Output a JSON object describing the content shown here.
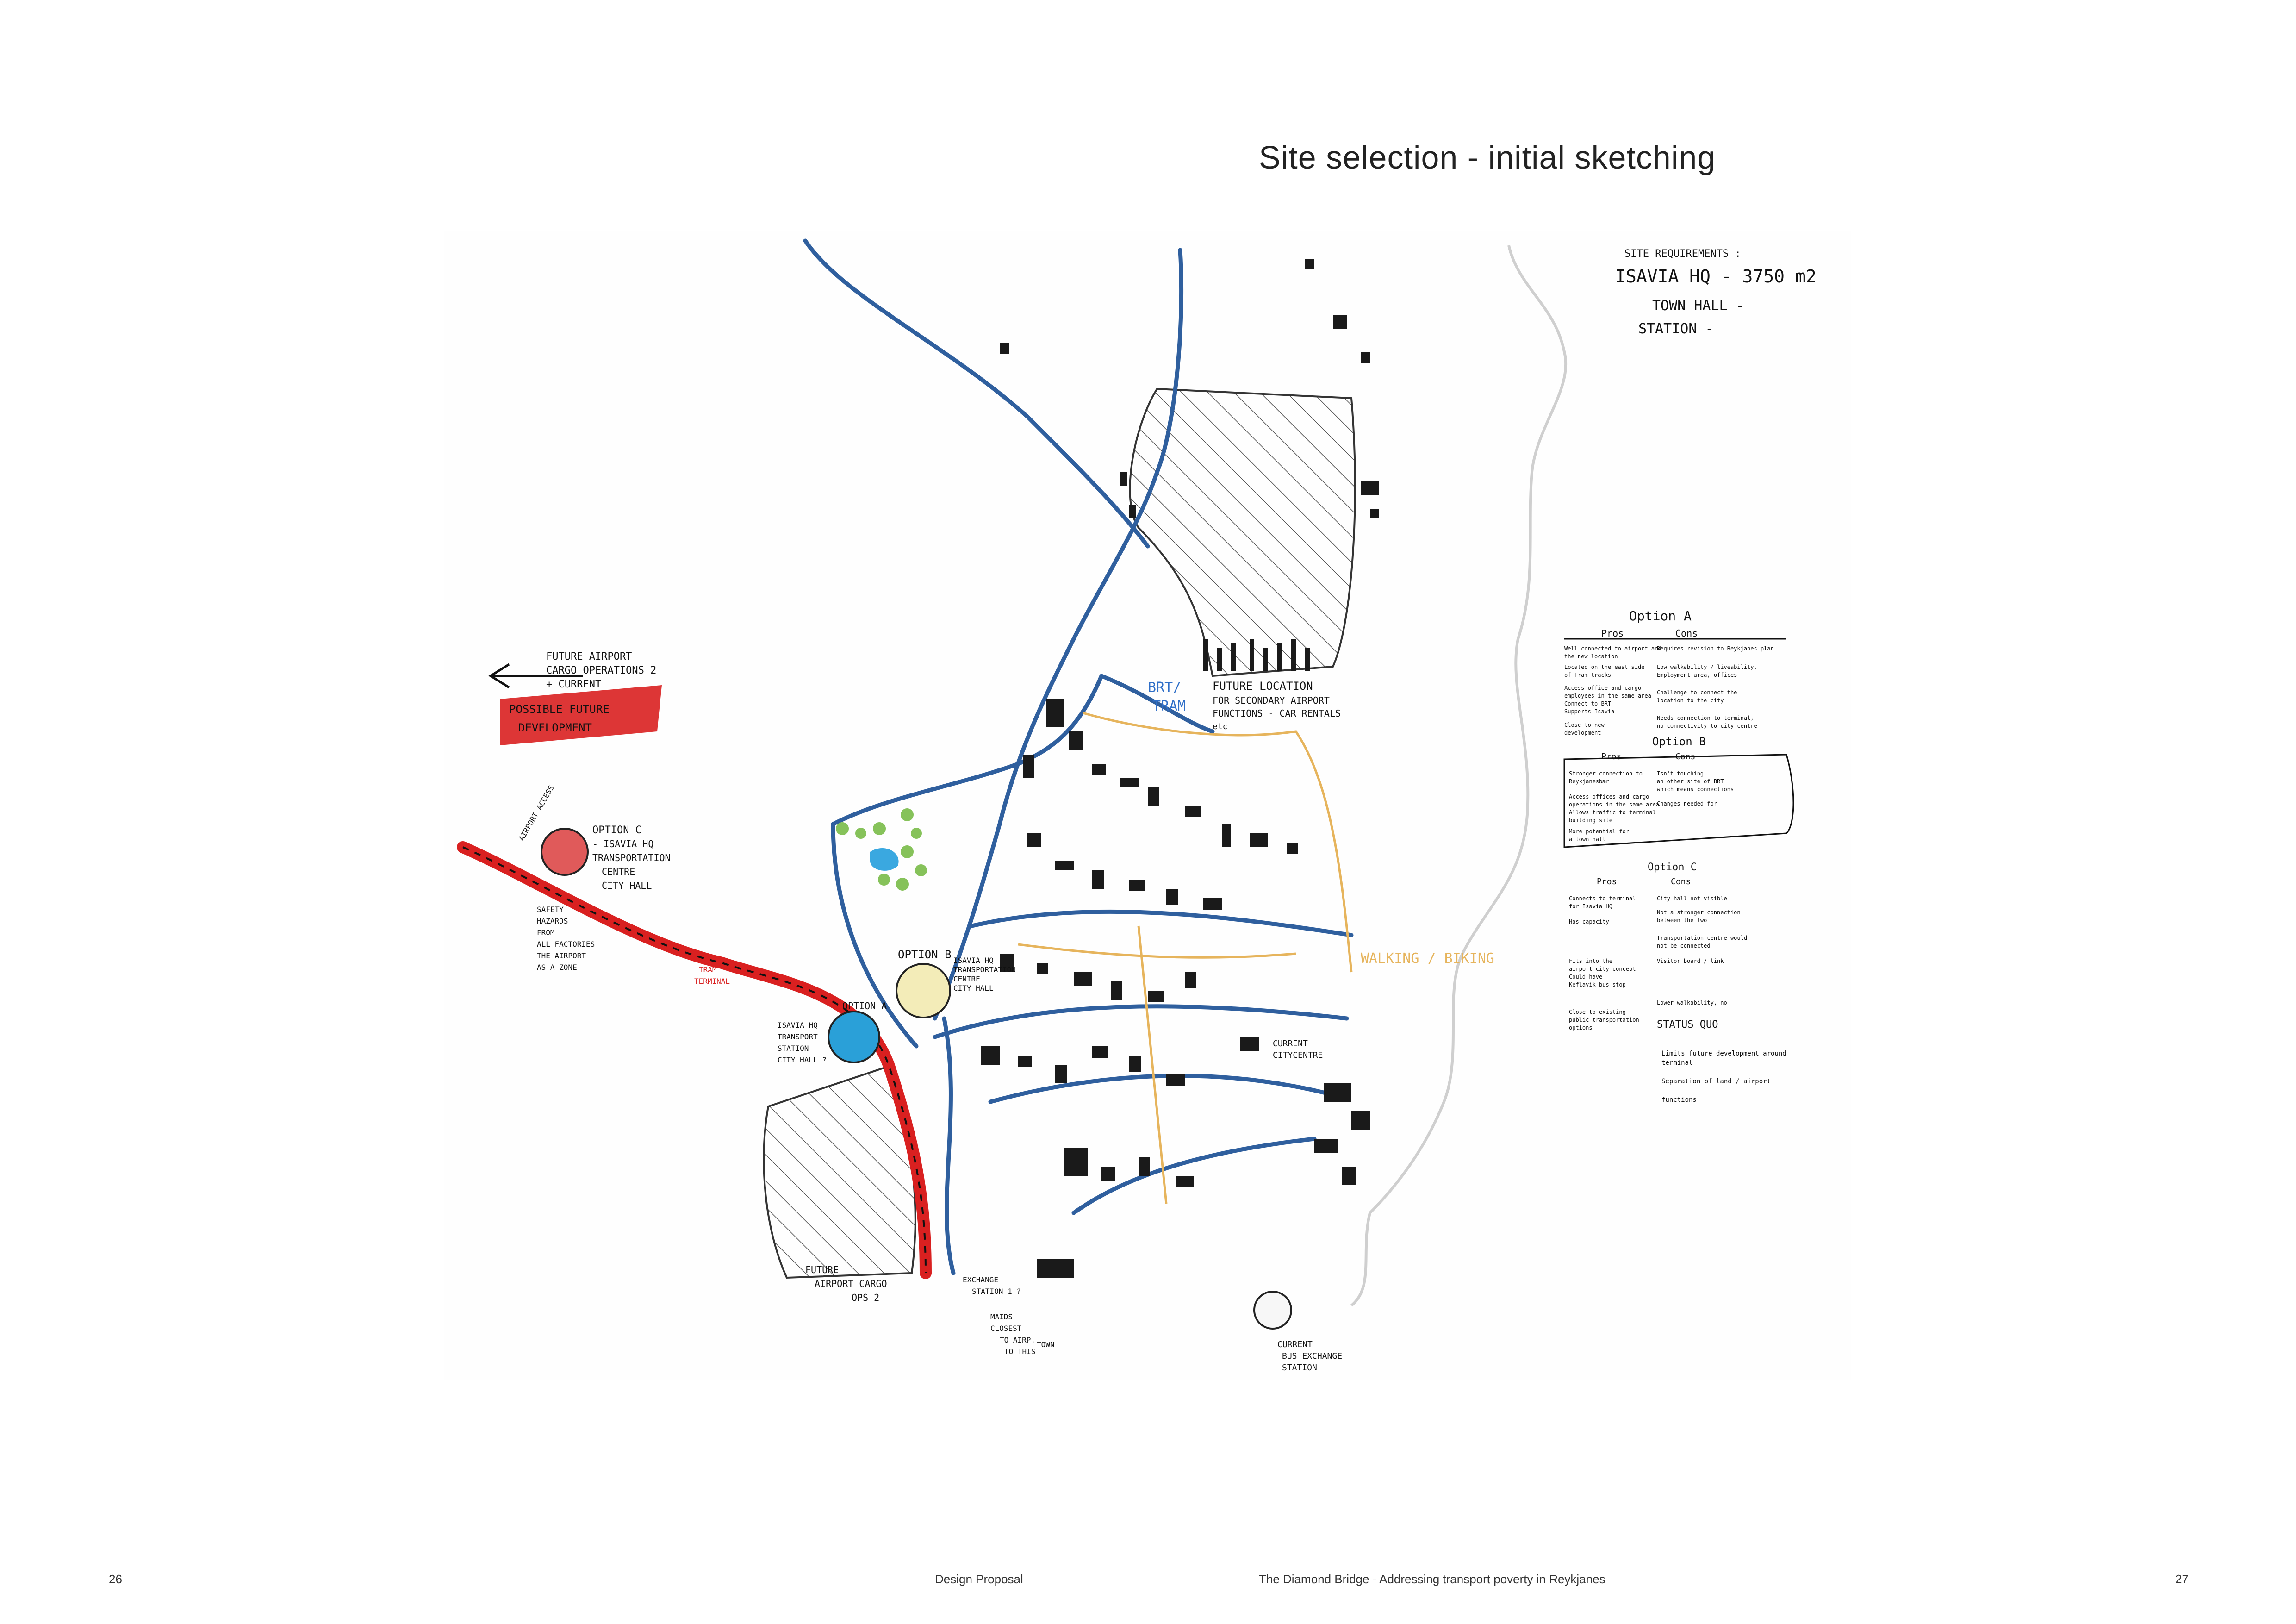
{
  "page": {
    "title": "Site selection - initial sketching",
    "footer_left_page": "26",
    "footer_section": "Design Proposal",
    "footer_project": "The Diamond Bridge - Addressing transport poverty in Reykjanes",
    "footer_right_page": "27"
  },
  "sketch": {
    "site_requirements": {
      "heading": "SITE REQUIREMENTS :",
      "line1": "ISAVIA HQ - 3750 m2",
      "line2": "TOWN HALL -",
      "line3": "STATION -"
    },
    "future_airport_cargo": [
      "FUTURE AIRPORT",
      "CARGO OPERATIONS 2",
      "+ CURRENT"
    ],
    "possible_future": [
      "POSSIBLE FUTURE",
      "DEVELOPMENT"
    ],
    "option_c_label": [
      "OPTION C",
      "- ISAVIA HQ",
      "TRANSPORTATION",
      "CENTRE",
      "CITY HALL"
    ],
    "option_b_label": "OPTION B",
    "option_b_notes": [
      "ISAVIA HQ",
      "TRANSPORTATION",
      "CENTRE",
      "CITY HALL"
    ],
    "option_a_label": "OPTION A",
    "option_a_notes": [
      "ISAVIA HQ",
      "TRANSPORT",
      "STATION",
      "CITY HALL ?"
    ],
    "airport_access": "AIRPORT ACCESS",
    "future_location": [
      "FUTURE LOCATION",
      "FOR SECONDARY AIRPORT",
      "FUNCTIONS - CAR RENTALS",
      "etc"
    ],
    "brt_tram": [
      "BRT/",
      "TRAM"
    ],
    "walking_biking": "WALKING / BIKING",
    "current_citycentre": [
      "CURRENT",
      "CITYCENTRE"
    ],
    "future_cargo_bottom": [
      "FUTURE",
      "AIRPORT CARGO",
      "OPS 2"
    ],
    "exchange_station": [
      "EXCHANGE",
      "STATION 1 ?"
    ],
    "current_bus_station": [
      "CURRENT",
      "BUS EXCHANGE",
      "STATION"
    ],
    "tram_terminal": [
      "TRAM",
      "TERMINAL"
    ],
    "left_notes": [
      "SAFETY",
      "HAZARDS",
      "FROM",
      "ALL FACTORIES",
      "THE AIRPORT",
      "AS A ZONE"
    ],
    "exchange_notes": [
      "MAIDS",
      "CLOSEST",
      "TO AIRP.",
      "TO THIS",
      "TOWN"
    ],
    "pros_cons": {
      "option_a": {
        "title": "Option A",
        "pros_header": "Pros",
        "cons_header": "Cons",
        "pros": [
          "Well connected to airport and",
          "the new location",
          "Located on the east side",
          "of Tram tracks",
          "Access office and cargo",
          "employees in the same area",
          "Connect to BRT",
          "Supports Isavia",
          "Close to new",
          "development"
        ],
        "cons": [
          "Requires revision to Reykjanes plan",
          "Low walkability / liveability,",
          "Employment area, offices",
          "Challenge to connect the",
          "location to the city",
          "Needs connection to terminal,",
          "no connectivity to city centre"
        ]
      },
      "option_b": {
        "title": "Option B",
        "pros_header": "Pros",
        "cons_header": "Cons",
        "pros": [
          "Stronger connection to",
          "Reykjanesbær",
          "Access offices and cargo",
          "operations in the same area",
          "Allows traffic to terminal",
          "building site",
          "More potential for",
          "a town hall"
        ],
        "cons": [
          "Isn't touching",
          "an other site of BRT",
          "which means connections",
          "Changes needed for"
        ]
      },
      "option_c": {
        "title": "Option C",
        "pros_header": "Pros",
        "cons_header": "Cons",
        "pros": [
          "Connects to terminal",
          "for Isavia HQ",
          "Has capacity",
          "Fits into the",
          "airport city concept",
          "Could have",
          "Keflavik bus stop",
          "Close to existing",
          "public transportation",
          "options"
        ],
        "cons": [
          "City hall not visible",
          "Not a stronger connection",
          "between the two",
          "Transportation centre would",
          "not be connected",
          "Visitor board / link",
          "Lower walkability, no",
          "STATUS QUO",
          "Limits future development around",
          "terminal",
          "Separation of land / airport",
          "functions"
        ]
      }
    }
  },
  "colors": {
    "road_blue": "#2f5f9e",
    "red_line": "#d92020",
    "option_c_fill": "#e05a5a",
    "option_a_fill": "#2aa0d8",
    "option_b_fill": "#f3ecb8",
    "trees_green": "#86c25a",
    "pond_blue": "#3aa8e0",
    "walk_orange": "#e6b45c"
  }
}
